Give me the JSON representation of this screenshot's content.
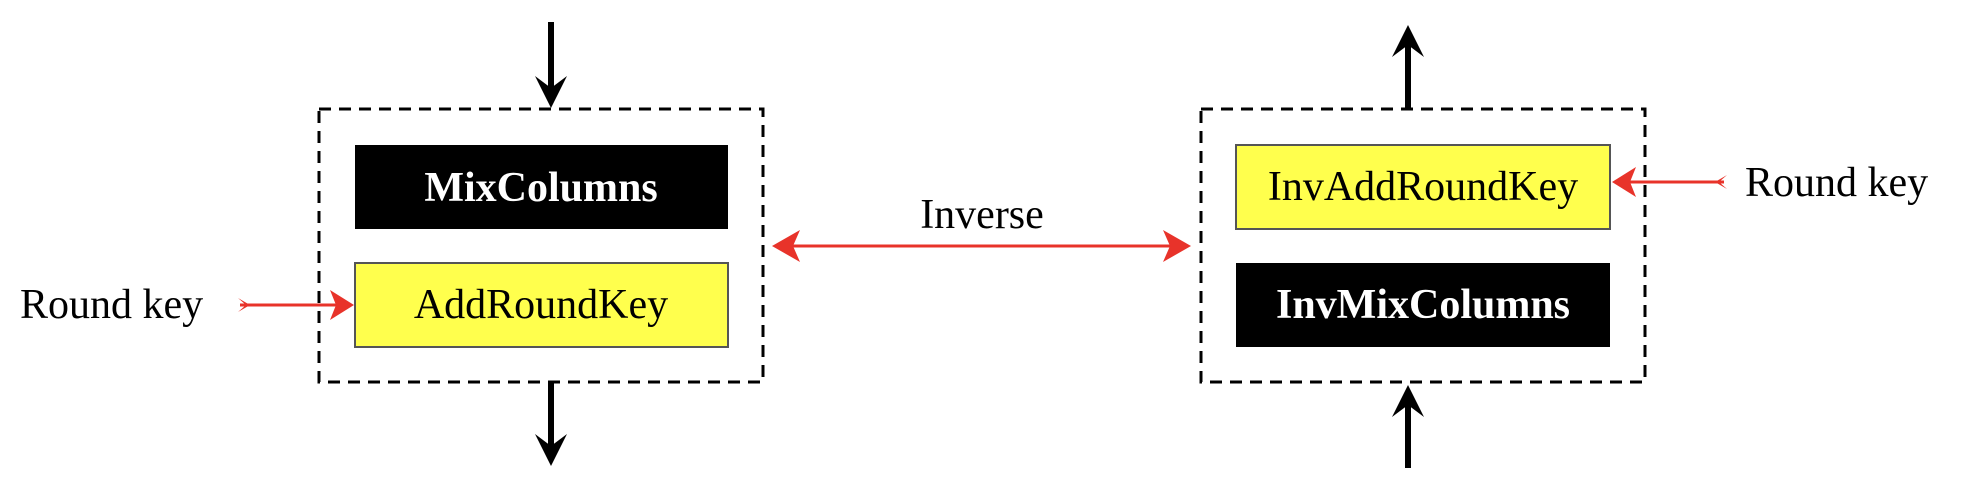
{
  "colors": {
    "mix_box_fill": "#000000",
    "key_box_fill": "#ffff4d",
    "arrow_red": "#e8332a",
    "arrow_black": "#000000"
  },
  "left_block": {
    "top_step": "MixColumns",
    "bottom_step": "AddRoundKey",
    "round_key_label": "Round key"
  },
  "right_block": {
    "top_step": "InvAddRoundKey",
    "bottom_step": "InvMixColumns",
    "round_key_label": "Round key"
  },
  "relation_label": "Inverse"
}
